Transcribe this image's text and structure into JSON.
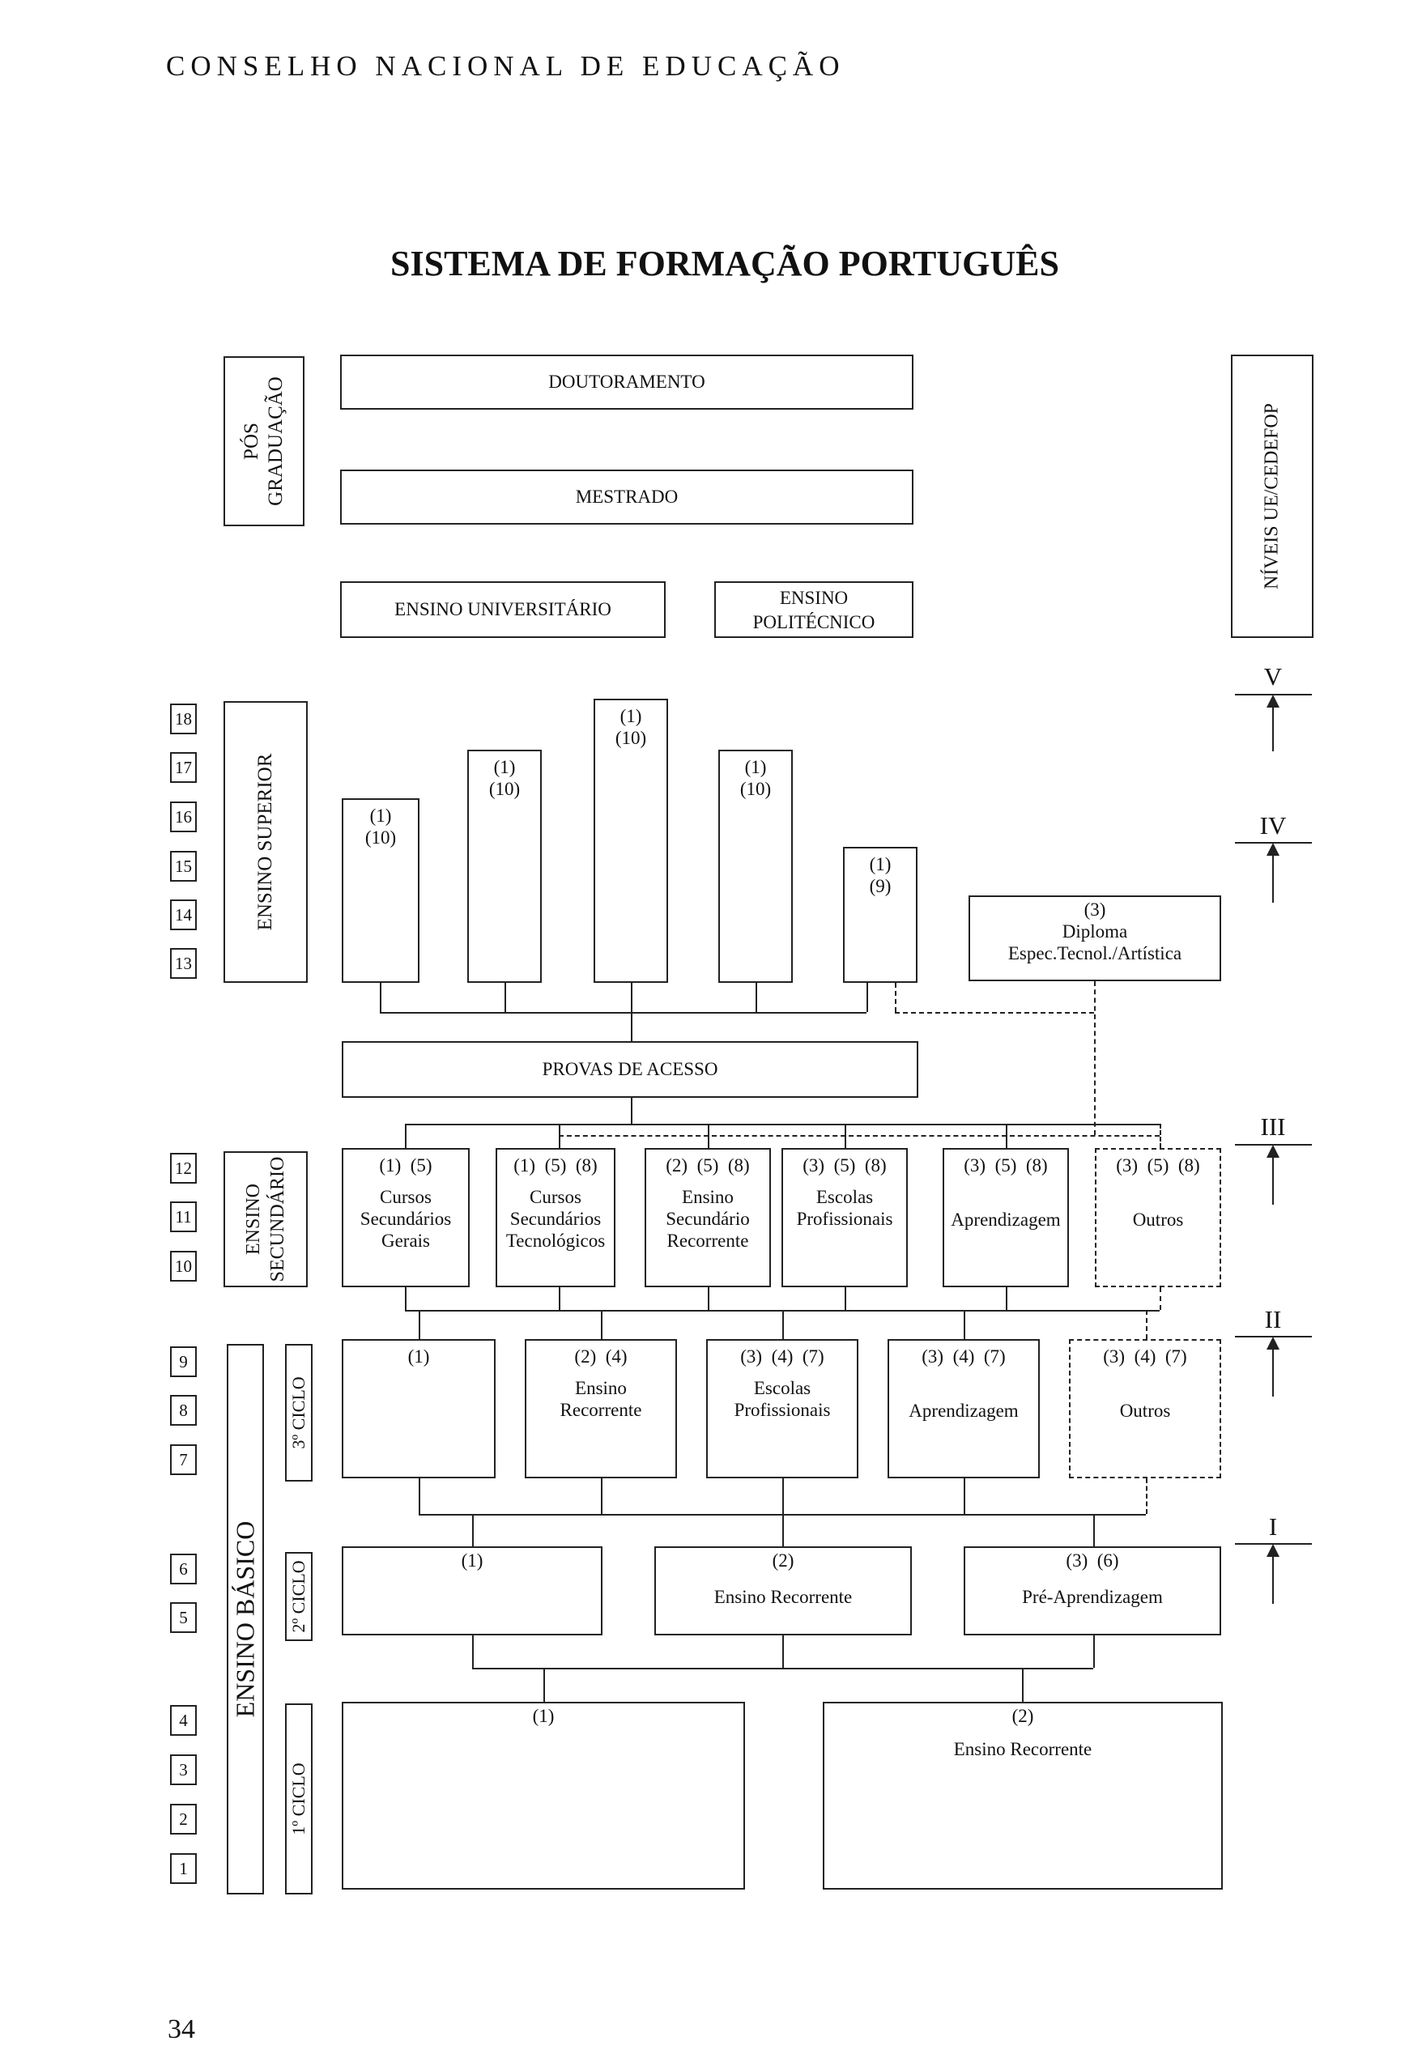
{
  "header": "CONSELHO NACIONAL DE EDUCAÇÃO",
  "title": "SISTEMA DE FORMAÇÃO PORTUGUÊS",
  "page_number": "34",
  "side_labels": {
    "pos_graduacao": "PÓS\nGRADUAÇÃO",
    "ensino_superior": "ENSINO SUPERIOR",
    "ensino_secundario": "ENSINO\nSECUNDÁRIO",
    "ensino_basico": "ENSINO BÁSICO",
    "ciclo3": "3º CICLO",
    "ciclo2": "2º CICLO",
    "ciclo1": "1º CICLO",
    "niveis": "NÍVEIS UE/CEDEFOP"
  },
  "years": [
    "18",
    "17",
    "16",
    "15",
    "14",
    "13",
    "12",
    "11",
    "10",
    "9",
    "8",
    "7",
    "6",
    "5",
    "4",
    "3",
    "2",
    "1"
  ],
  "levels": [
    "V",
    "IV",
    "III",
    "II",
    "I"
  ],
  "postgrad": {
    "doutoramento": "DOUTORAMENTO",
    "mestrado": "MESTRADO",
    "ensino_universitario": "ENSINO UNIVERSITÁRIO",
    "ensino_politecnico": "ENSINO\nPOLITÉCNICO"
  },
  "superior_cols": [
    {
      "codes": "(1)\n(10)"
    },
    {
      "codes": "(1)\n(10)"
    },
    {
      "codes": "(1)\n(10)"
    },
    {
      "codes": "(1)\n(10)"
    },
    {
      "codes": "(1)\n(9)"
    }
  ],
  "diploma": {
    "codes": "(3)",
    "label": "Diploma\nEspec.Tecnol./Artística"
  },
  "provas": "PROVAS DE ACESSO",
  "secundario": [
    {
      "codes": "(1)  (5)",
      "label": "Cursos\nSecundários\nGerais"
    },
    {
      "codes": "(1)  (5)  (8)",
      "label": "Cursos\nSecundários\nTecnológicos"
    },
    {
      "codes": "(2)  (5)  (8)",
      "label": "Ensino\nSecundário\nRecorrente"
    },
    {
      "codes": "(3)  (5)  (8)",
      "label": "Escolas\nProfissionais"
    },
    {
      "codes": "(3)  (5)  (8)",
      "label": "Aprendizagem"
    },
    {
      "codes": "(3)  (5)  (8)",
      "label": "Outros"
    }
  ],
  "ciclo3": [
    {
      "codes": "(1)",
      "label": ""
    },
    {
      "codes": "(2)  (4)",
      "label": "Ensino\nRecorrente"
    },
    {
      "codes": "(3)  (4)  (7)",
      "label": "Escolas\nProfissionais"
    },
    {
      "codes": "(3)  (4)  (7)",
      "label": "Aprendizagem"
    },
    {
      "codes": "(3)  (4)  (7)",
      "label": "Outros"
    }
  ],
  "ciclo2": [
    {
      "codes": "(1)",
      "label": ""
    },
    {
      "codes": "(2)",
      "label": "Ensino Recorrente"
    },
    {
      "codes": "(3)  (6)",
      "label": "Pré-Aprendizagem"
    }
  ],
  "ciclo1": [
    {
      "codes": "(1)",
      "label": ""
    },
    {
      "codes": "(2)",
      "label": "Ensino Recorrente"
    }
  ]
}
